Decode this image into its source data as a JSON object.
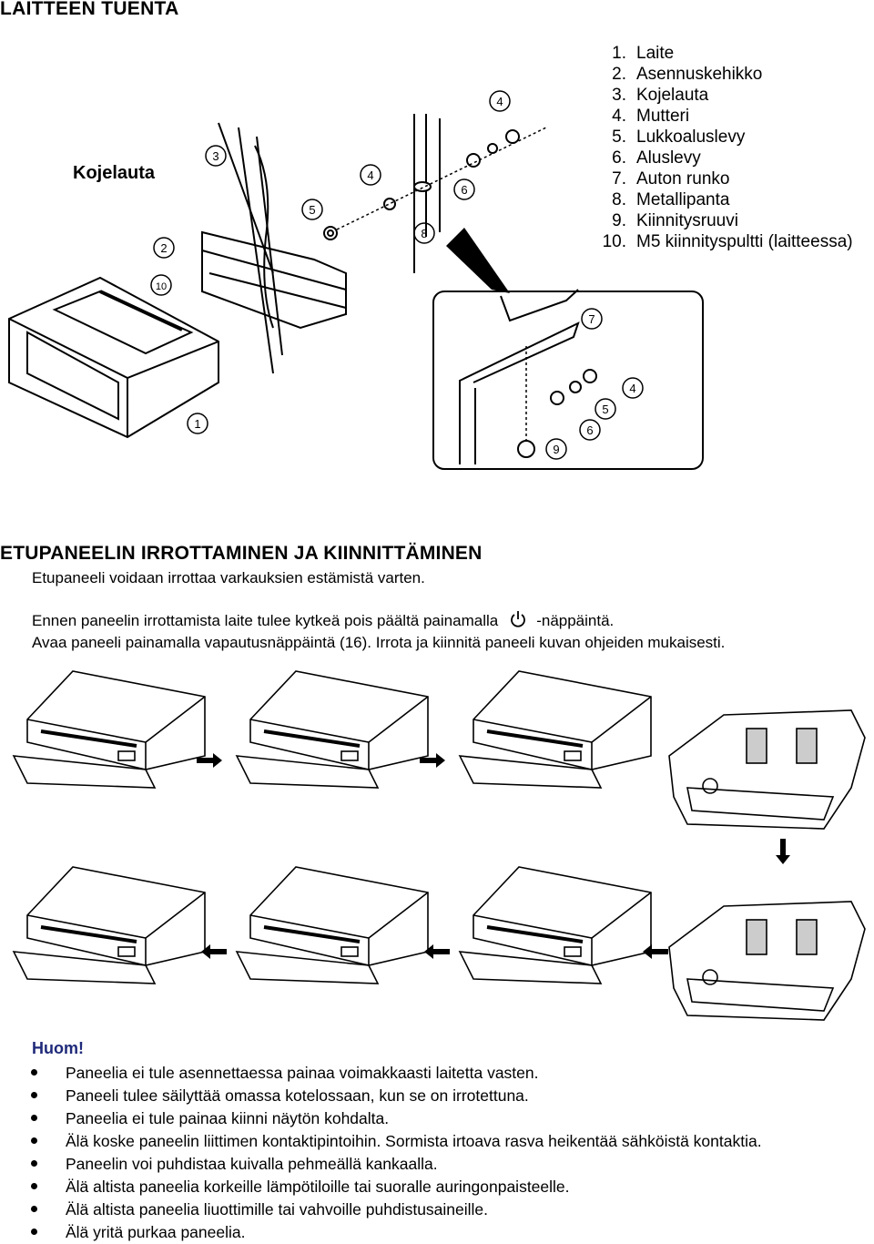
{
  "section1": {
    "title": "LAITTEEN TUENTA",
    "parts": [
      {
        "num": "1.",
        "label": "Laite"
      },
      {
        "num": "2.",
        "label": "Asennuskehikko"
      },
      {
        "num": "3.",
        "label": "Kojelauta"
      },
      {
        "num": "4.",
        "label": "Mutteri"
      },
      {
        "num": "5.",
        "label": "Lukkoaluslevy"
      },
      {
        "num": "6.",
        "label": "Aluslevy"
      },
      {
        "num": "7.",
        "label": "Auton runko"
      },
      {
        "num": "8.",
        "label": "Metallipanta"
      },
      {
        "num": "9.",
        "label": "Kiinnitysruuvi"
      },
      {
        "num": "10.",
        "label": "M5 kiinnityspultti (laitteessa)"
      }
    ],
    "diagram": {
      "dashboard_label": "Kojelauta",
      "callouts_main": [
        "1",
        "2",
        "3",
        "4",
        "5",
        "4",
        "6",
        "8",
        "10"
      ],
      "callouts_detail": [
        "7",
        "4",
        "5",
        "6",
        "9"
      ]
    }
  },
  "section2": {
    "title": "ETUPANEELIN IRROTTAMINEN JA KIINNITTÄMINEN",
    "line1": "Etupaneeli voidaan irrottaa varkauksien estämistä varten.",
    "line2a": "Ennen paneelin irrottamista laite tulee kytkeä pois päältä painamalla",
    "line2b": "-näppäintä.",
    "line3": "Avaa paneeli painamalla vapautusnäppäintä (16). Irrota ja kiinnitä paneeli kuvan ohjeiden mukaisesti.",
    "power_icon": "power-icon"
  },
  "notes": {
    "heading": "Huom!",
    "heading_color": "#1f2a7a",
    "items": [
      "Paneelia ei tule asennettaessa painaa voimakkaasti laitetta vasten.",
      "Paneeli tulee säilyttää omassa kotelossaan, kun se on irrotettuna.",
      "Paneelia ei tule painaa kiinni näytön kohdalta.",
      "Älä koske paneelin liittimen kontaktipintoihin. Sormista irtoava rasva heikentää sähköistä kontaktia.",
      "Paneelin voi puhdistaa kuivalla pehmeällä kankaalla.",
      "Älä altista paneelia korkeille lämpötiloille tai suoralle auringonpaisteelle.",
      "Älä altista paneelia liuottimille tai vahvoille puhdistusaineille.",
      "Älä yritä purkaa paneelia."
    ]
  }
}
